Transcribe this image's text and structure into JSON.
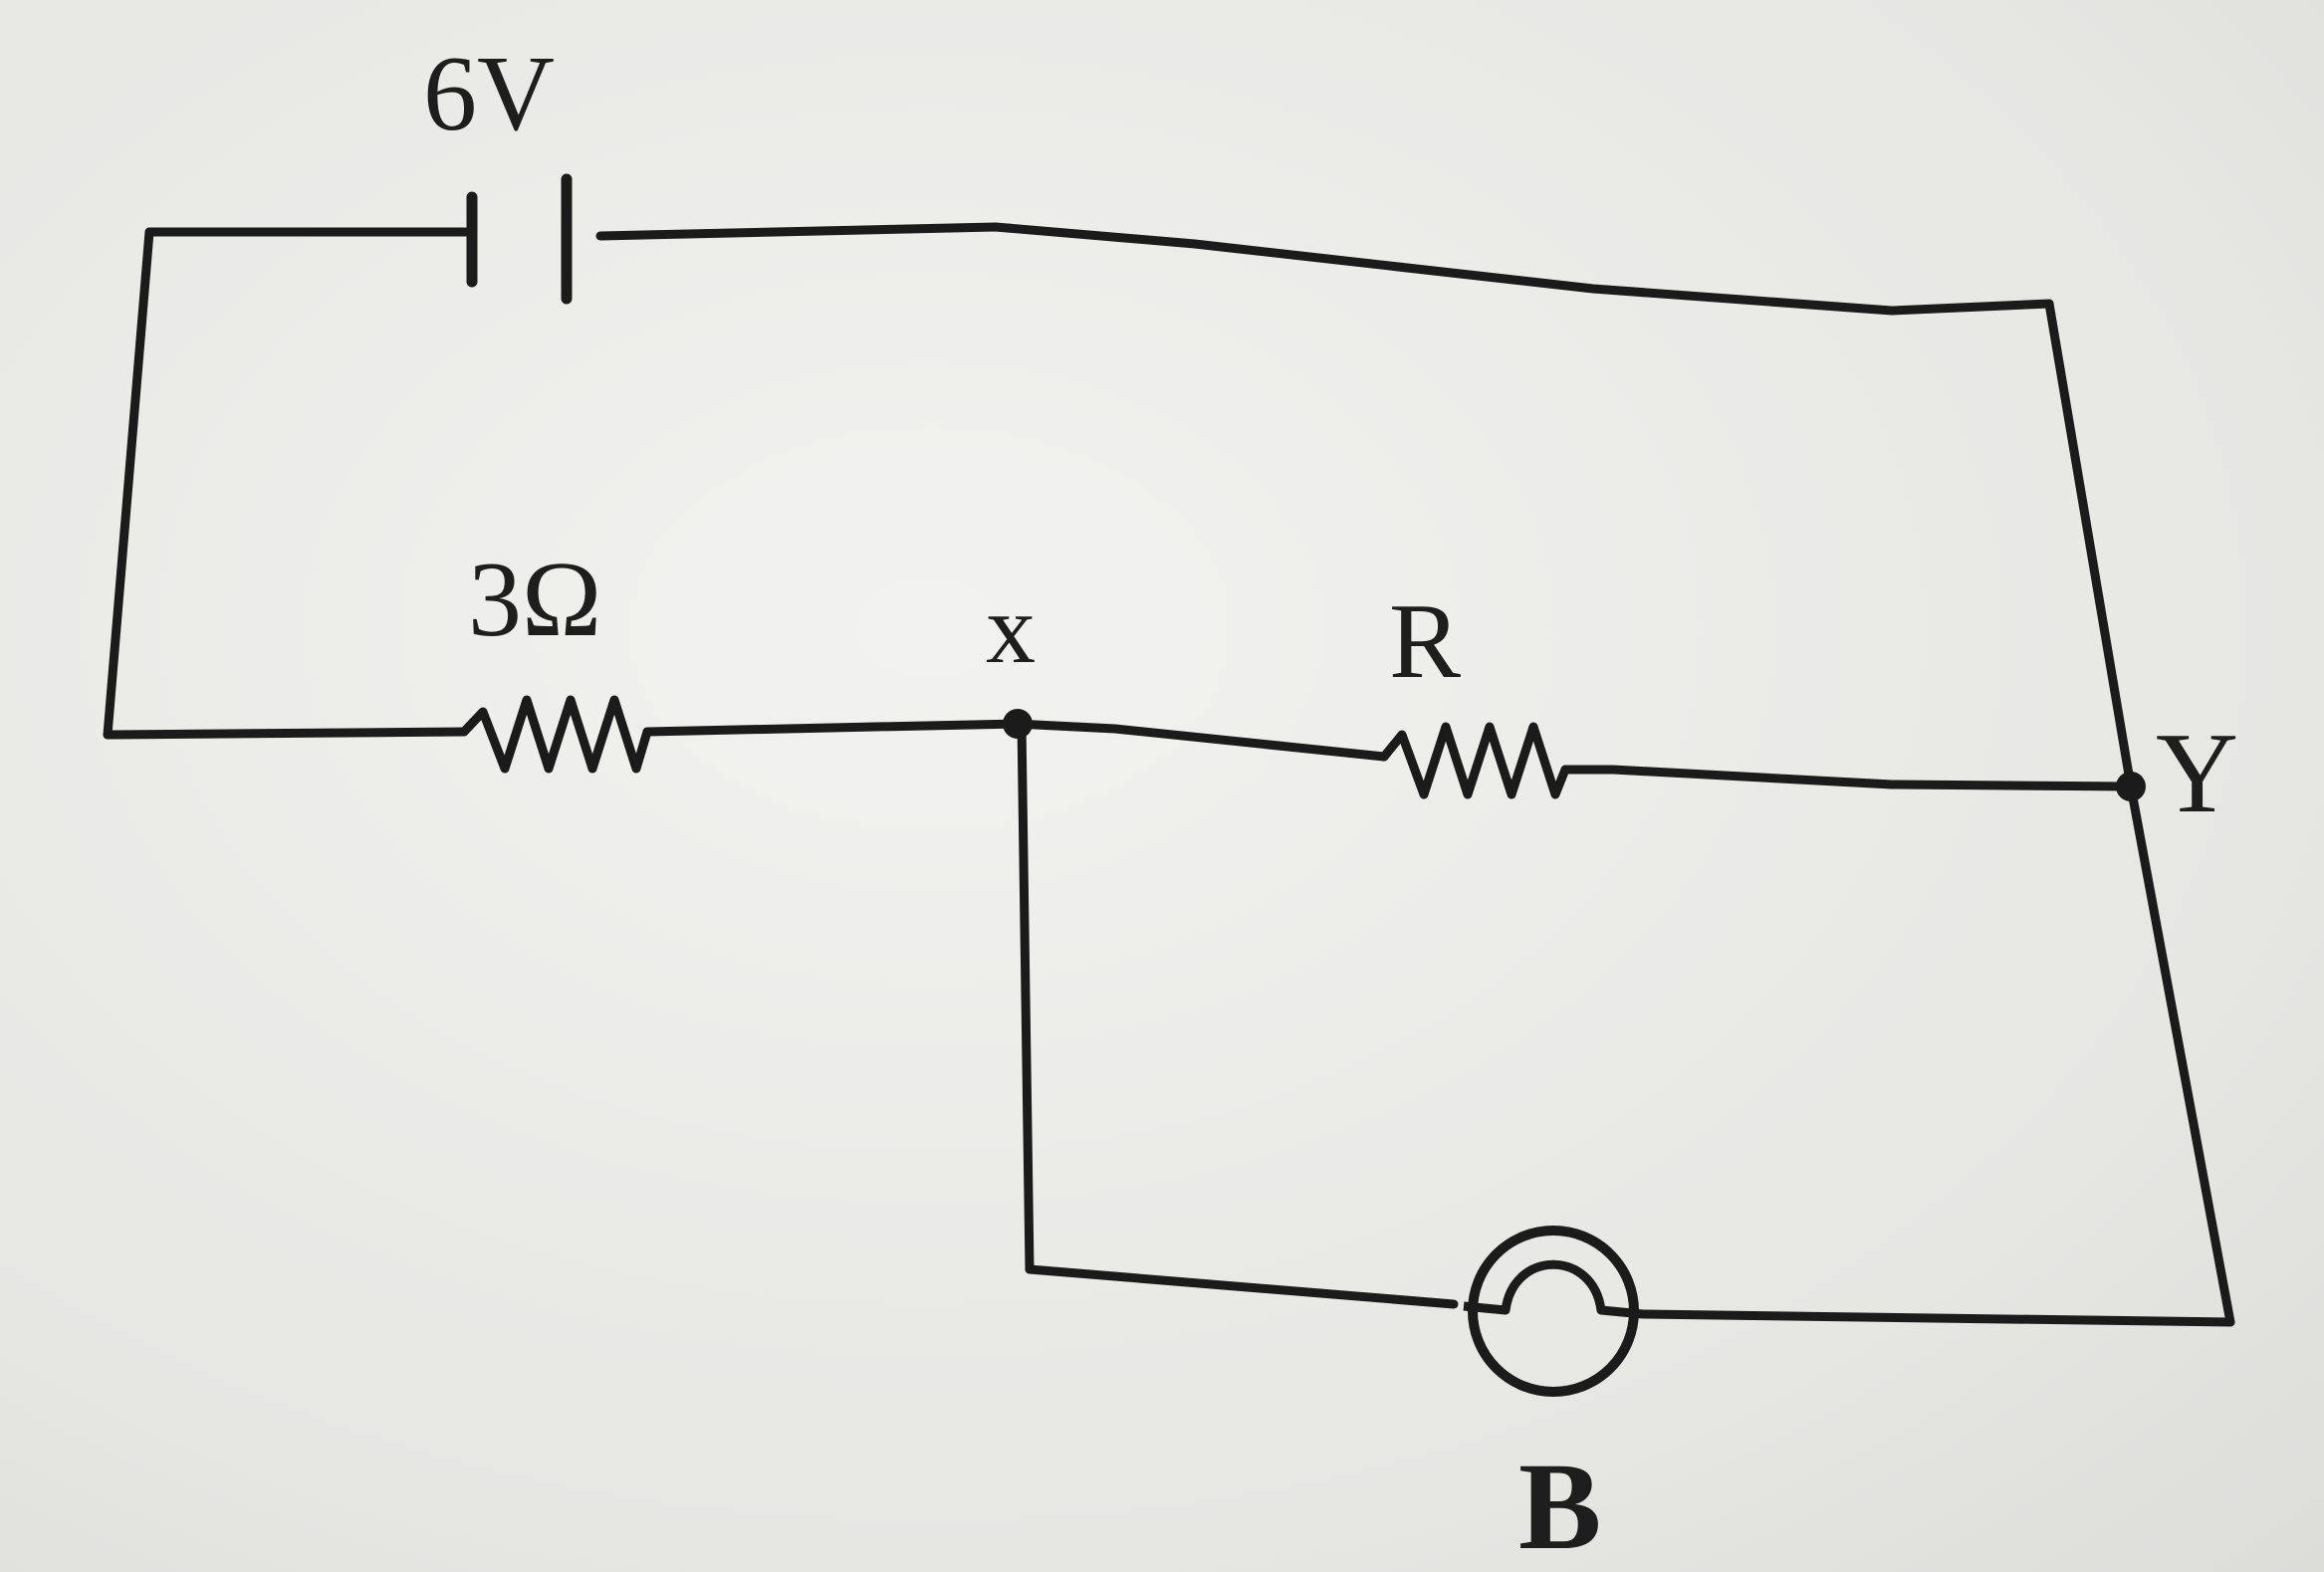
{
  "components": {
    "battery": {
      "label": "6V"
    },
    "resistor_left": {
      "label": "3Ω"
    },
    "resistor_right": {
      "label": "R"
    },
    "bulb": {
      "label": "B"
    }
  },
  "nodes": {
    "x": {
      "label": "x"
    },
    "y": {
      "label": "Y"
    }
  },
  "colors": {
    "ink": "#1b1b1b",
    "paper": "#eeeeec"
  }
}
